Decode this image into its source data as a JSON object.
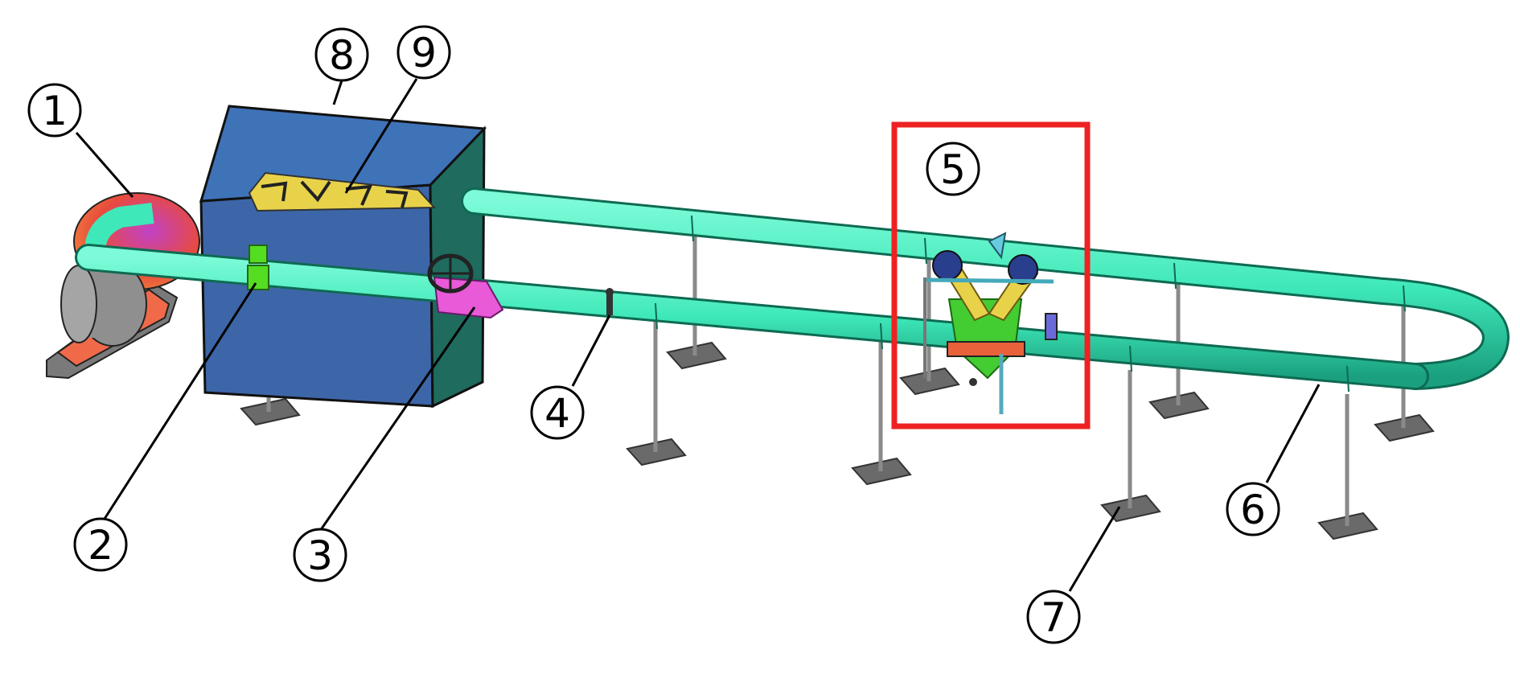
{
  "diagram": {
    "callouts": [
      {
        "id": "c1",
        "text": "1"
      },
      {
        "id": "c2",
        "text": "2"
      },
      {
        "id": "c3",
        "text": "3"
      },
      {
        "id": "c4",
        "text": "4"
      },
      {
        "id": "c5",
        "text": "5"
      },
      {
        "id": "c6",
        "text": "6"
      },
      {
        "id": "c7",
        "text": "7"
      },
      {
        "id": "c8",
        "text": "8"
      },
      {
        "id": "c9",
        "text": "9"
      }
    ],
    "colors": {
      "pipe": "#3ee8b8",
      "pipe_dark": "#16a37c",
      "tank_front": "#3d66a8",
      "tank_side": "#1f6b5e",
      "tank_inner": "#3f73b8",
      "blower": "#e84a3d",
      "blower_base": "#f06a4a",
      "valve": "#e85ad8",
      "fitting": "#55dd22",
      "highlight_box": "#ee2222",
      "pad": "#6a6a6a",
      "leg": "#9a9a9a",
      "sensor_green": "#44cc33",
      "sensor_yellow": "#e8d24a",
      "sensor_orange": "#e8613a"
    }
  }
}
